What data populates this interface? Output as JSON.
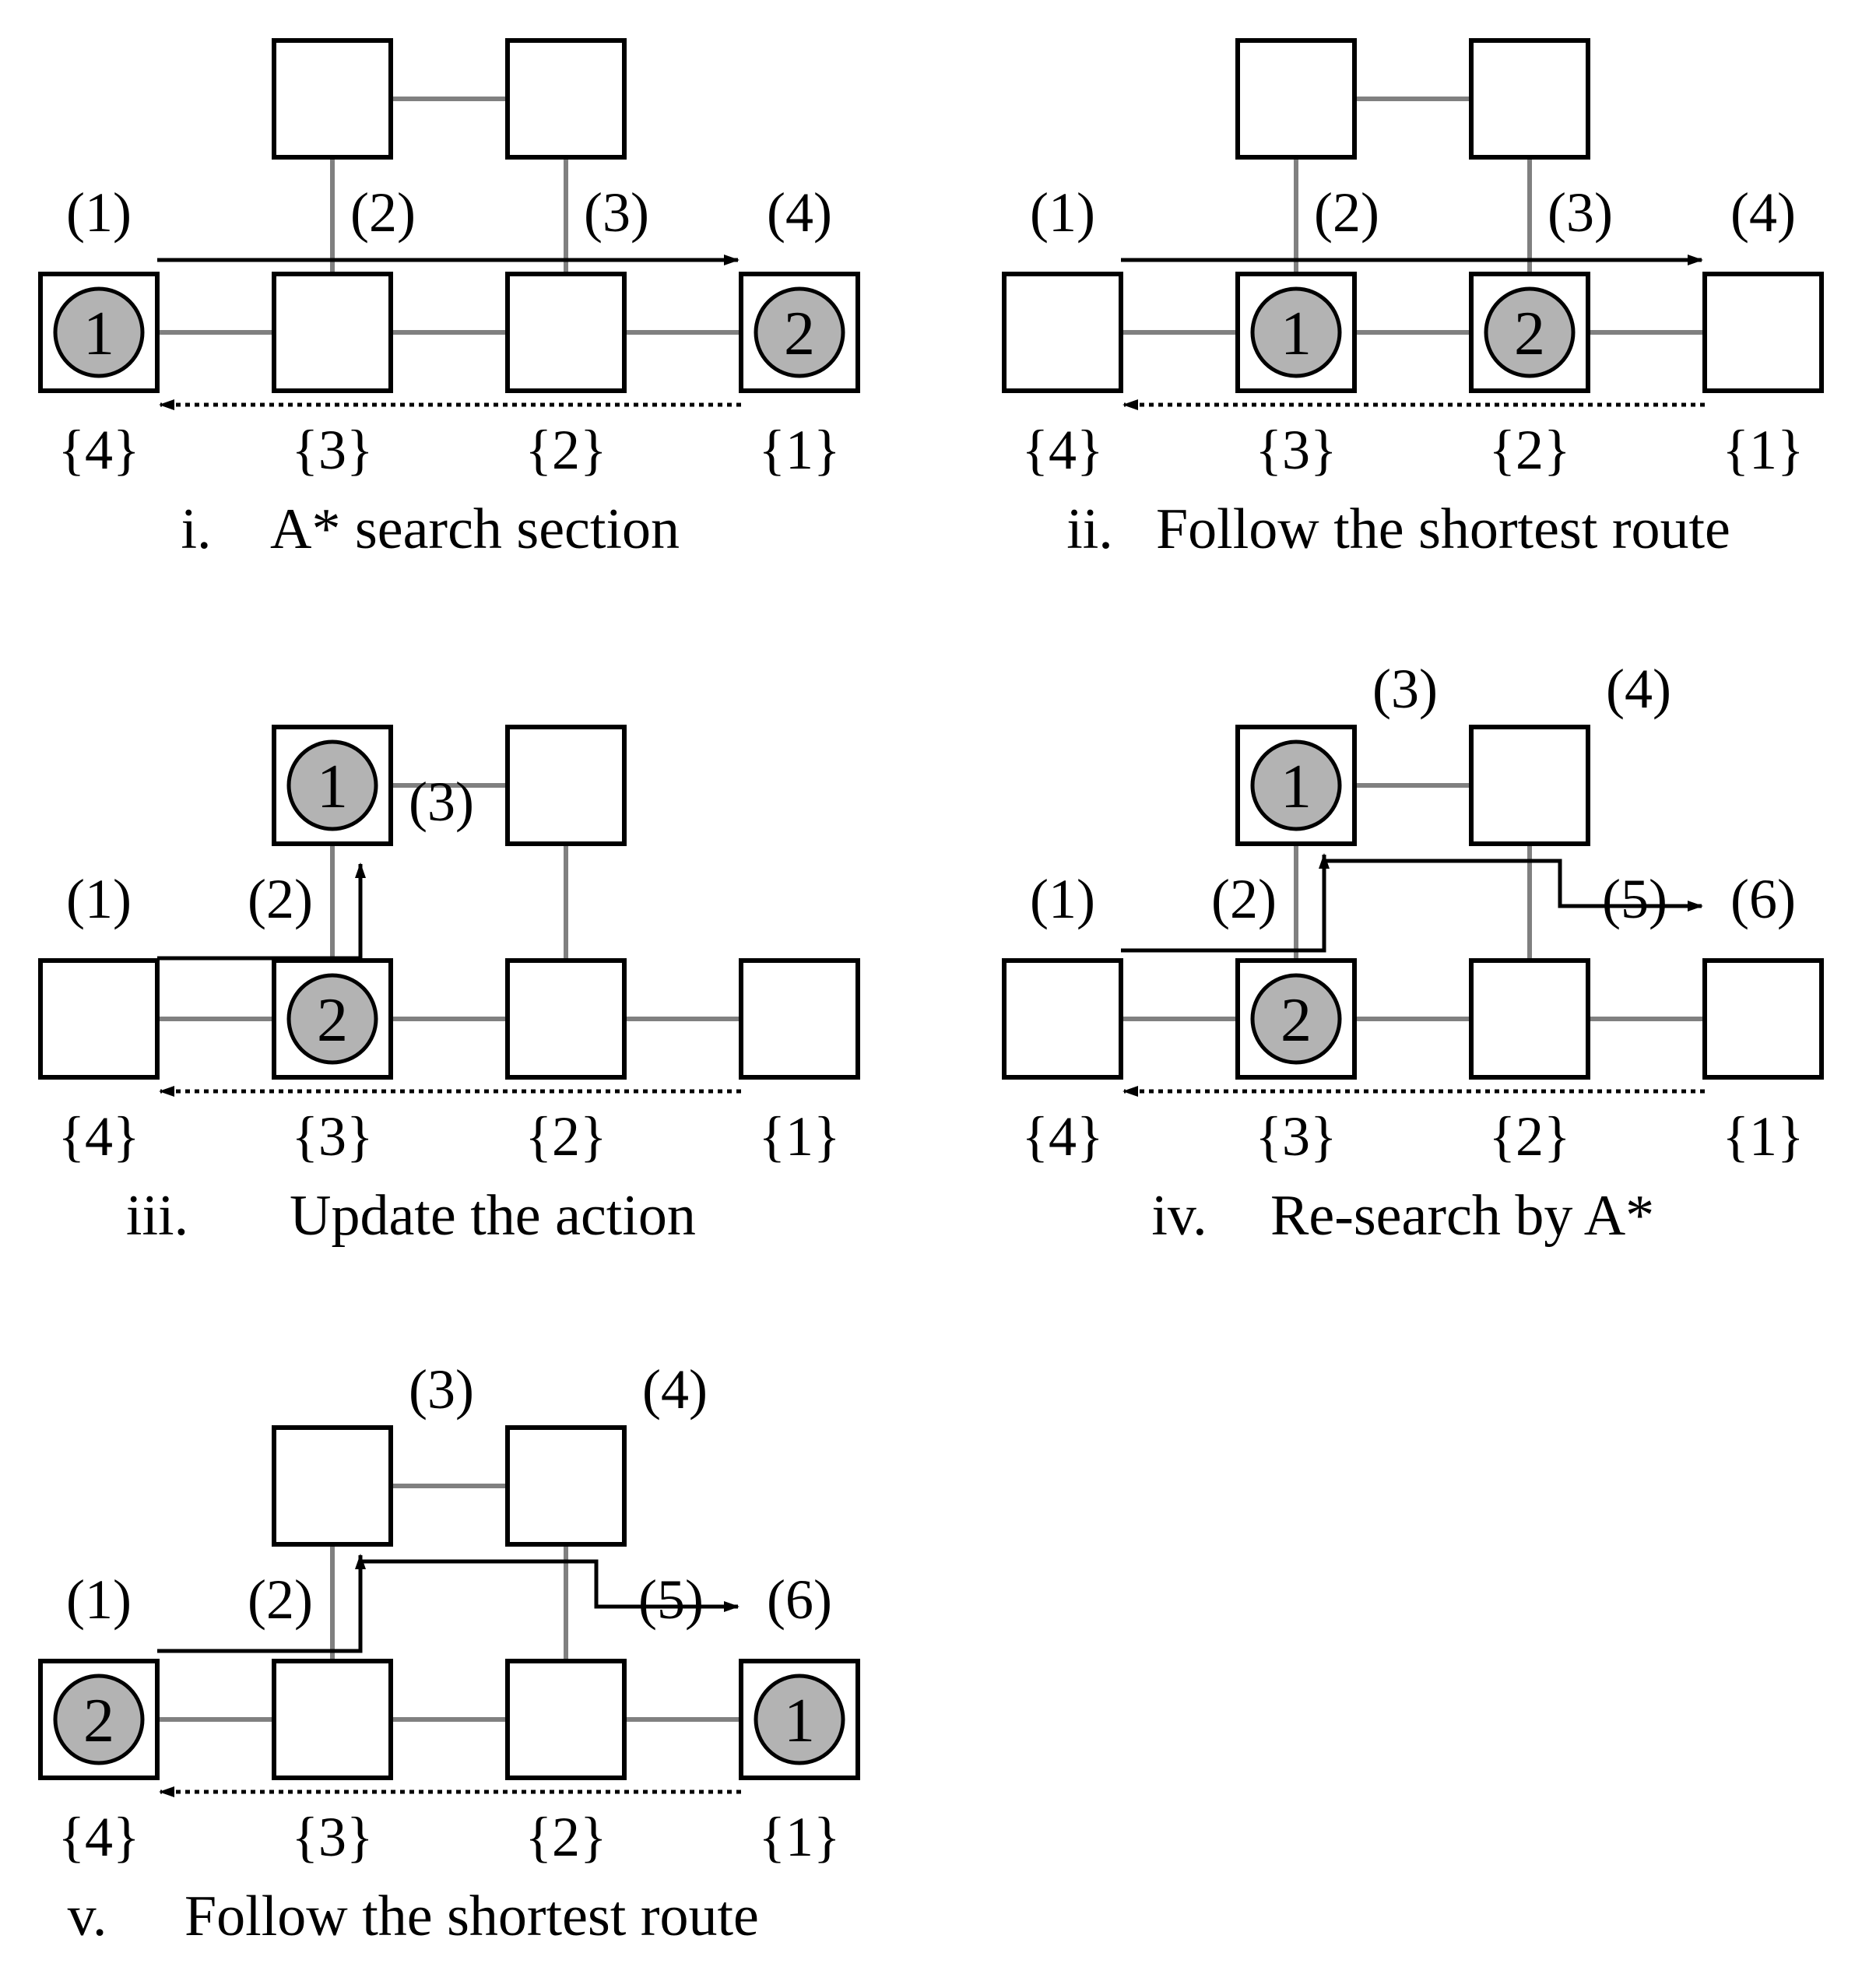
{
  "colors": {
    "edge": "#808080",
    "box": "#000000",
    "token_fill": "#b3b3b3",
    "arrow": "#000000"
  },
  "panels": [
    {
      "id": "i",
      "caption_num": "i.",
      "caption_text": "A* search section",
      "nodes": [
        "bottom-0",
        "bottom-1",
        "bottom-2",
        "bottom-3",
        "top-1",
        "top-2"
      ],
      "tokens": [
        {
          "node": "bottom-0",
          "label": "1"
        },
        {
          "node": "bottom-3",
          "label": "2"
        }
      ],
      "above_labels": [
        {
          "text": "(1)",
          "anchor": "above-0"
        },
        {
          "text": "(2)",
          "anchor": "edge-1"
        },
        {
          "text": "(3)",
          "anchor": "edge-2"
        },
        {
          "text": "(4)",
          "anchor": "above-3"
        }
      ],
      "below_labels": [
        "{4}",
        "{3}",
        "{2}",
        "{1}"
      ],
      "path": "straight"
    },
    {
      "id": "ii",
      "caption_num": "ii.",
      "caption_text": "Follow the shortest route",
      "nodes": [
        "bottom-0",
        "bottom-1",
        "bottom-2",
        "bottom-3",
        "top-1",
        "top-2"
      ],
      "tokens": [
        {
          "node": "bottom-1",
          "label": "1"
        },
        {
          "node": "bottom-2",
          "label": "2"
        }
      ],
      "above_labels": [
        {
          "text": "(1)",
          "anchor": "above-0"
        },
        {
          "text": "(2)",
          "anchor": "edge-1"
        },
        {
          "text": "(3)",
          "anchor": "edge-2"
        },
        {
          "text": "(4)",
          "anchor": "above-3"
        }
      ],
      "below_labels": [
        "{4}",
        "{3}",
        "{2}",
        "{1}"
      ],
      "path": "straight"
    },
    {
      "id": "iii",
      "caption_num": "iii.",
      "caption_text": "Update the action",
      "nodes": [
        "bottom-0",
        "bottom-1",
        "bottom-2",
        "bottom-3",
        "top-1",
        "top-2"
      ],
      "tokens": [
        {
          "node": "top-1",
          "label": "1"
        },
        {
          "node": "bottom-1",
          "label": "2"
        }
      ],
      "above_labels": [
        {
          "text": "(1)",
          "anchor": "above-0"
        },
        {
          "text": "(2)",
          "anchor": "left-1"
        },
        {
          "text": "(3)",
          "anchor": "mid-top-1"
        }
      ],
      "below_labels": [
        "{4}",
        "{3}",
        "{2}",
        "{1}"
      ],
      "path": "short-up"
    },
    {
      "id": "iv",
      "caption_num": "iv.",
      "caption_text": "Re-search by A*",
      "nodes": [
        "bottom-0",
        "bottom-1",
        "bottom-2",
        "bottom-3",
        "top-1",
        "top-2"
      ],
      "tokens": [
        {
          "node": "top-1",
          "label": "1"
        },
        {
          "node": "bottom-1",
          "label": "2"
        }
      ],
      "above_labels": [
        {
          "text": "(1)",
          "anchor": "above-0"
        },
        {
          "text": "(2)",
          "anchor": "left-1"
        },
        {
          "text": "(3)",
          "anchor": "right-top-1"
        },
        {
          "text": "(4)",
          "anchor": "right-top-2"
        },
        {
          "text": "(5)",
          "anchor": "right-2"
        },
        {
          "text": "(6)",
          "anchor": "above-3"
        }
      ],
      "below_labels": [
        "{4}",
        "{3}",
        "{2}",
        "{1}"
      ],
      "path": "detour"
    },
    {
      "id": "v",
      "caption_num": "v.",
      "caption_text": "Follow the shortest route",
      "nodes": [
        "bottom-0",
        "bottom-1",
        "bottom-2",
        "bottom-3",
        "top-1",
        "top-2"
      ],
      "tokens": [
        {
          "node": "bottom-0",
          "label": "2"
        },
        {
          "node": "bottom-3",
          "label": "1"
        }
      ],
      "above_labels": [
        {
          "text": "(1)",
          "anchor": "above-0"
        },
        {
          "text": "(2)",
          "anchor": "left-1"
        },
        {
          "text": "(3)",
          "anchor": "right-top-1"
        },
        {
          "text": "(4)",
          "anchor": "right-top-2"
        },
        {
          "text": "(5)",
          "anchor": "right-2"
        },
        {
          "text": "(6)",
          "anchor": "above-3"
        }
      ],
      "below_labels": [
        "{4}",
        "{3}",
        "{2}",
        "{1}"
      ],
      "path": "detour"
    }
  ]
}
